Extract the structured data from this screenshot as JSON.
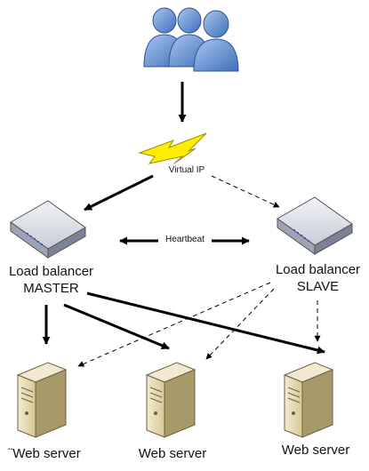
{
  "labels": {
    "virtual_ip": "Virtual IP",
    "heartbeat": "Heartbeat",
    "lb_master_line1": "Load balancer",
    "lb_master_line2": "MASTER",
    "lb_slave_line1": "Load balancer",
    "lb_slave_line2": "SLAVE",
    "web_server_1": "¨Web server",
    "web_server_2": "Web server",
    "web_server_3": "Web server"
  },
  "colors": {
    "users": "#5b8ed6",
    "lightning": "#ffee00",
    "device_body": "#d9dce6",
    "server_body": "#e8dcb0"
  }
}
